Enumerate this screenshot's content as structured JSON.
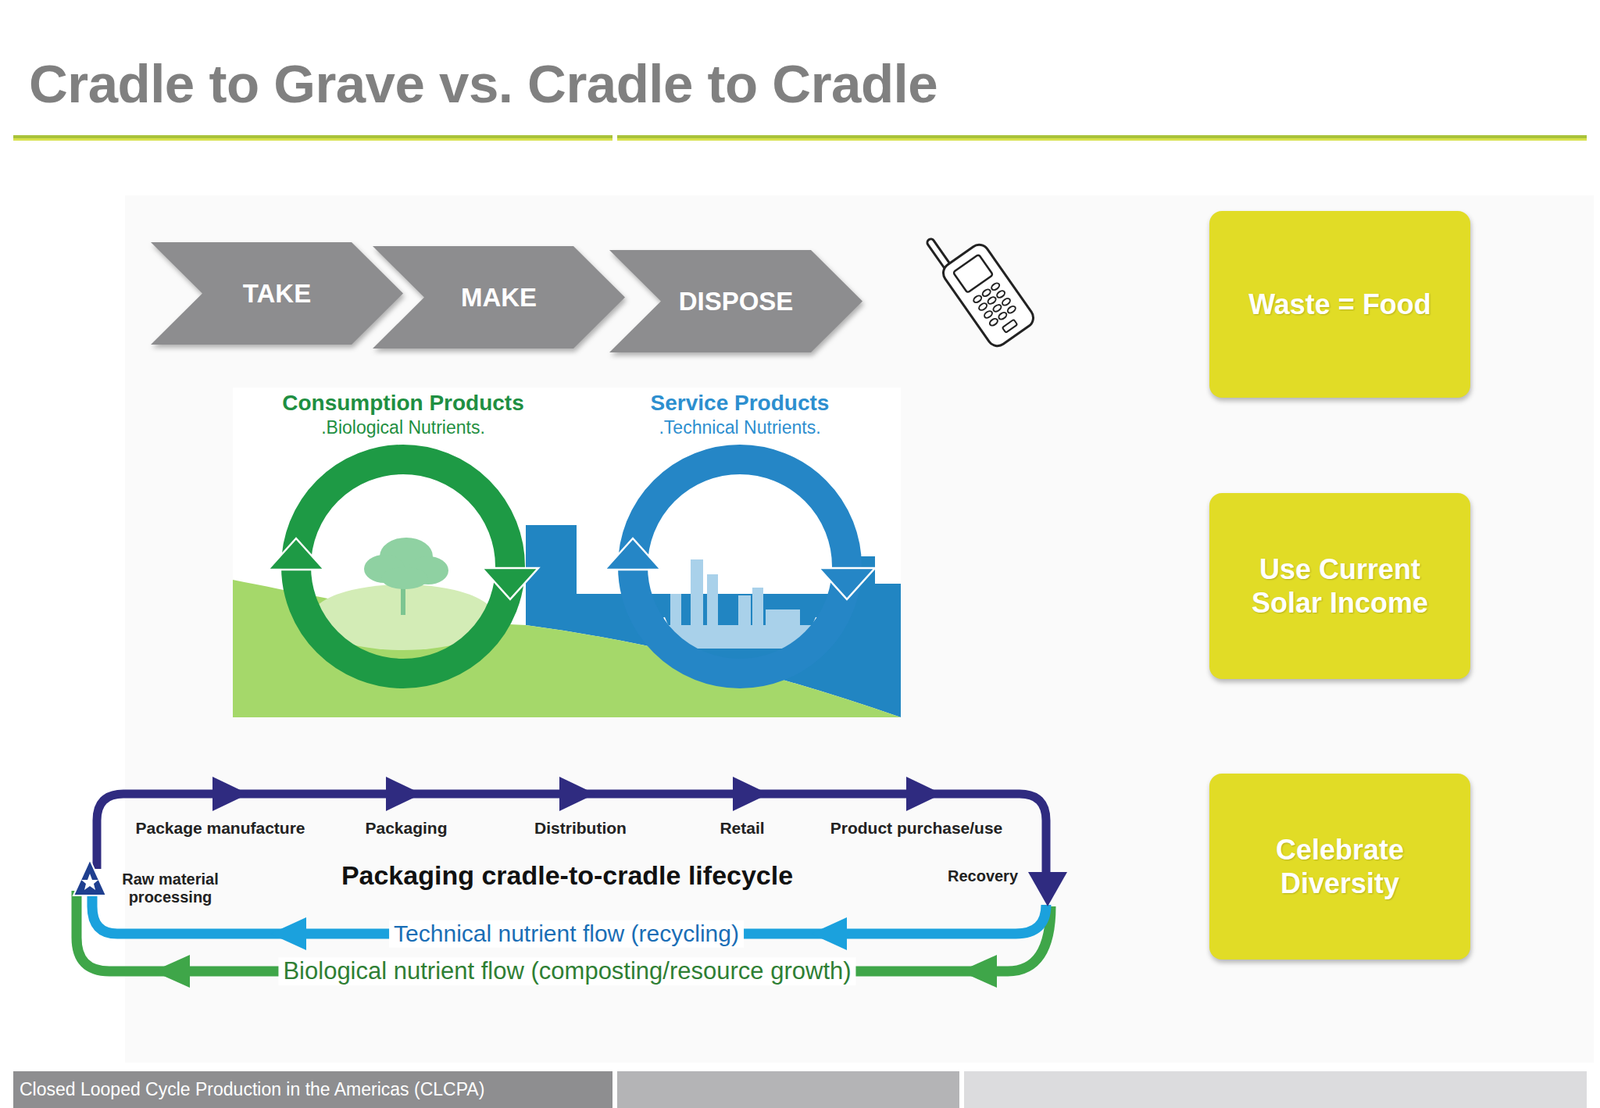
{
  "diagram": {
    "title": "Cradle to Grave vs. Cradle to Cradle",
    "nodes": [
      {
        "text": [
          "TAKE"
        ]
      },
      {
        "text": [
          "MAKE"
        ]
      },
      {
        "text": [
          "DISPOSE"
        ]
      },
      {
        "text": [
          "Waste = Food"
        ]
      },
      {
        "text": [
          "Consumption Products",
          ".Biological Nutrients."
        ]
      },
      {
        "text": [
          "Service Products",
          ".Technical Nutrients."
        ]
      },
      {
        "text": [
          "Use Current Solar Income"
        ]
      },
      {
        "text": [
          "Celebrate Diversity"
        ]
      },
      {
        "text": [
          "Closed Looped Cycle Production in the Americas (CLCPA)"
        ]
      }
    ],
    "labels": [
      "Package manufacture",
      "Packaging",
      "Distribution",
      "Retail",
      "Product purchase/use",
      "Raw material processing",
      "Packaging cradle-to-cradle lifecycle",
      "Recovery",
      "Technical nutrient flow (recycling)",
      "Biological nutrient flow (composting/resource growth)"
    ]
  }
}
